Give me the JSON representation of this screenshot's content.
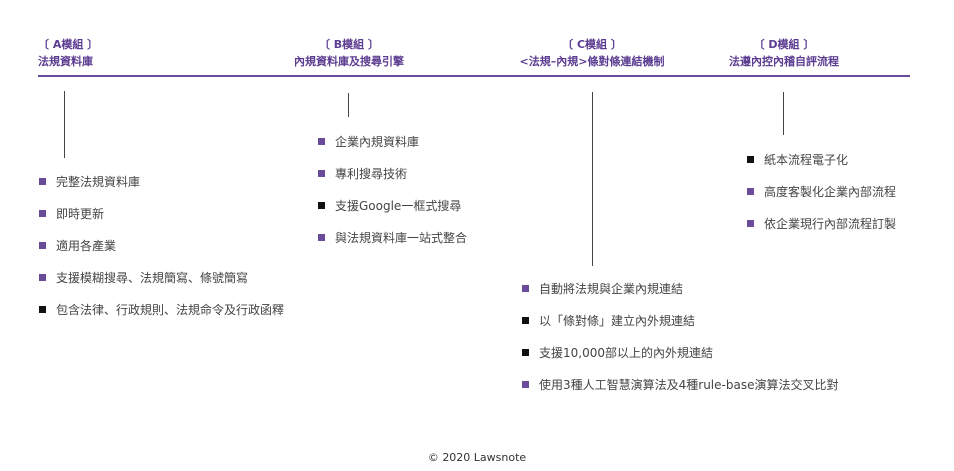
{
  "colors": {
    "accent": "#5c3d91",
    "rule": "#6b4c9a",
    "bullet_purple": "#6b4c9a",
    "bullet_black": "#111111",
    "text": "#444444"
  },
  "modules": [
    {
      "tag": "〔 A模組 〕",
      "title": "法規資料庫",
      "items": [
        {
          "text": "完整法規資料庫",
          "bullet": "purple"
        },
        {
          "text": "即時更新",
          "bullet": "purple"
        },
        {
          "text": "適用各產業",
          "bullet": "purple"
        },
        {
          "text": "支援模糊搜尋、法規簡寫、條號簡寫",
          "bullet": "purple"
        },
        {
          "text": "包含法律、行政規則、法規命令及行政函釋",
          "bullet": "black"
        }
      ]
    },
    {
      "tag": "〔 B模組 〕",
      "title": "內規資料庫及搜尋引擎",
      "items": [
        {
          "text": "企業內規資料庫",
          "bullet": "purple"
        },
        {
          "text": "專利搜尋技術",
          "bullet": "purple"
        },
        {
          "text": "支援Google一框式搜尋",
          "bullet": "black"
        },
        {
          "text": "與法規資料庫一站式整合",
          "bullet": "purple"
        }
      ]
    },
    {
      "tag": "〔 C模組 〕",
      "title": "<法規–內規>條對條連結機制",
      "items": [
        {
          "text": "自動將法規與企業內規連結",
          "bullet": "purple"
        },
        {
          "text": "以「條對條」建立內外規連結",
          "bullet": "black"
        },
        {
          "text": "支援10,000部以上的內外規連結",
          "bullet": "black"
        },
        {
          "text": "使用3種人工智慧演算法及4種rule-base演算法交叉比對",
          "bullet": "purple"
        }
      ]
    },
    {
      "tag": "〔 D模組 〕",
      "title": "法遵內控內稽自評流程",
      "items": [
        {
          "text": "紙本流程電子化",
          "bullet": "black"
        },
        {
          "text": "高度客製化企業內部流程",
          "bullet": "purple"
        },
        {
          "text": "依企業現行內部流程訂製",
          "bullet": "purple"
        }
      ]
    }
  ],
  "footer": {
    "icon": "copyright-icon",
    "text": "2020 Lawsnote"
  }
}
